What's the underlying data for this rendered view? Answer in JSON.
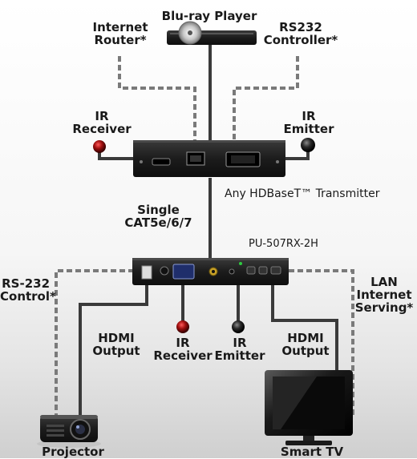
{
  "devices": {
    "bluray": "Blu-ray Player",
    "router": "Internet\nRouter*",
    "rs232_controller": "RS232\nController*",
    "ir_receiver_top": "IR\nReceiver",
    "ir_emitter_top": "IR\nEmitter",
    "transmitter": "Any HDBaseT™ Transmitter",
    "cable": "Single\nCAT5e/6/7",
    "receiver_model": "PU-507RX-2H",
    "rs232_control": "RS-232\nControl*",
    "lan": "LAN\nInternet\nServing*",
    "hdmi_out_left": "HDMI\nOutput",
    "ir_receiver_bottom": "IR\nReceiver",
    "ir_emitter_bottom": "IR\nEmitter",
    "hdmi_out_right": "HDMI\nOutput",
    "projector": "Projector",
    "smart_tv": "Smart TV"
  },
  "colors": {
    "cable": "#3a3a3a",
    "dashed": "#7a7a7a",
    "device_body": "#1c1c1c",
    "ir_receiver_led": "#8b0d0d"
  }
}
